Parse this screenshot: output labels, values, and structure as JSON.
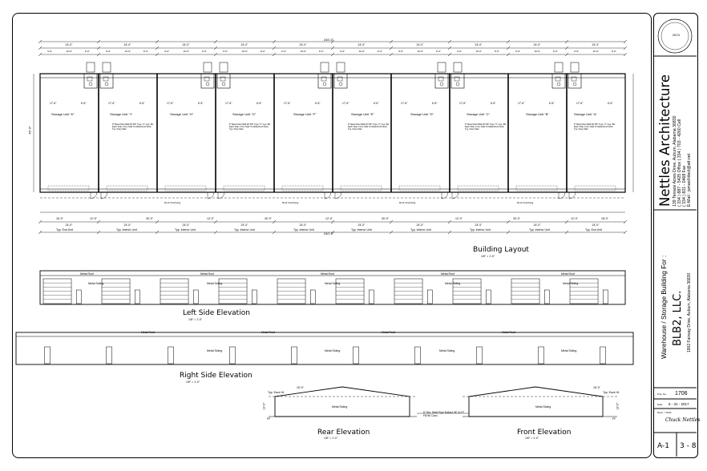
{
  "firm": {
    "name": "Nettles Architecture",
    "address": "139 Terrace Acres Drive, Auburn, Alabama 36830",
    "office": "( 334 ) 887 - 5425 Office ( 334 ) 703 - 4260 Cell",
    "fax": "( 334 ) 821 - 0468 Fax",
    "email": "E-Mail : jwnarchitect@att.net",
    "seal_number": "2674"
  },
  "project": {
    "purpose": "Warehouse / Storage Building For :",
    "client": "BLB2, LLC.",
    "location": "1902 Fairway Drive, Auburn, Alabama 36830"
  },
  "sheet_info": {
    "job_label": "Proj. No.",
    "job_no": "1706",
    "date_label": "Date",
    "date": "5 - 31 - 2017",
    "drawn_label": "Drwn. / Chkd.",
    "signature": "Chuck Nettles",
    "sheet_no": "A-1",
    "sheet_of": "3 - 8"
  },
  "plan": {
    "overall_dim": "240'-0\"",
    "bay_dim": "24'-0\"",
    "sub_dims": [
      "9'-0\"",
      "10'-0\"",
      "5'-0\""
    ],
    "depth_dim": "45'-0\"",
    "room_dims": [
      "17'-6\"",
      "6'-6\""
    ],
    "units": [
      "Storage Unit \"K\"",
      "Storage Unit \"J\"",
      "Storage Unit \"H\"",
      "Storage Unit \"G\"",
      "Storage Unit \"F\"",
      "Storage Unit \"E\"",
      "Storage Unit \"D\"",
      "Storage Unit \"C\"",
      "Storage Unit \"B\"",
      "Storage Unit \"A\""
    ],
    "wall_note": "8\" Metal Stud Wall W/ 5/8\" Type \"X\" Gyp. Bd. Each Side, From Slab To Metal Roof Deck. Typ. Party Wall",
    "roof_note": "Roof Overhang",
    "door_dims": [
      "16'-0\"",
      "12'-0\"",
      "30'-0\"",
      "18'-0\""
    ],
    "bottom_labels": [
      "Typ. End Unit",
      "Typ. Interior Unit"
    ]
  },
  "views": {
    "building_layout": "Building Layout",
    "left_side": "Left Side Elevation",
    "right_side": "Right Side Elevation",
    "rear": "Rear Elevation",
    "front": "Front Elevation",
    "scale_plan": "1/8\" = 1'-0\"",
    "scale_elev": "1/8\" = 1'-0\""
  },
  "notes": {
    "metal_roof": "Metal Roof",
    "metal_siding": "Metal Siding",
    "eave_ht": "Typ. Eave Ht.",
    "ff": "FF",
    "eave_dim": "12'-0\"",
    "ridge_dim": "15'-0\"",
    "bollard": "6\" Dia. Steel Pipe Bollard 36\" A.F.F. Fill W/ Conc."
  }
}
